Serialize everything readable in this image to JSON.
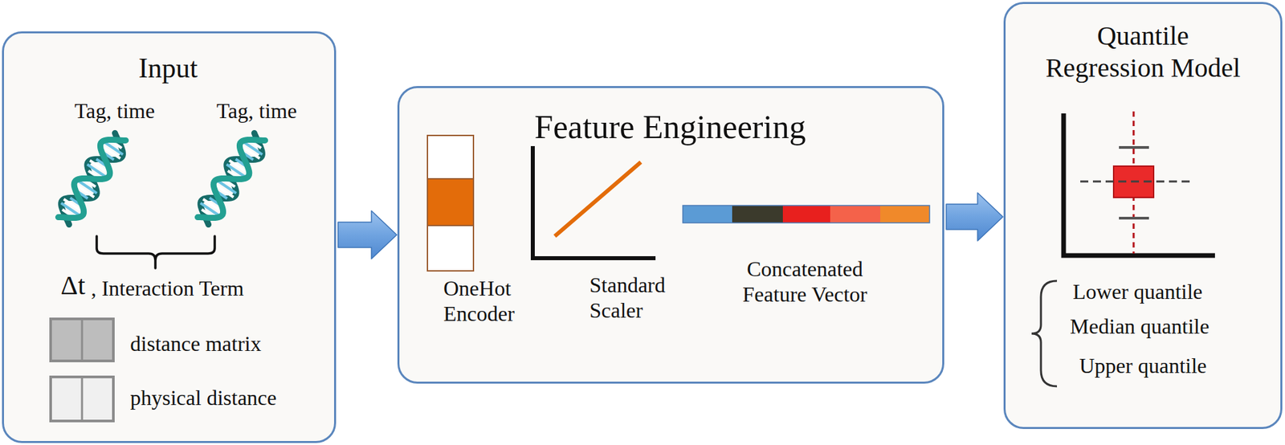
{
  "diagram": {
    "nodes": [
      {
        "text": [
          "Input"
        ]
      },
      {
        "text": [
          "Feature Engineering"
        ]
      },
      {
        "text": [
          "Quantile Regression Model"
        ]
      }
    ],
    "edges": [
      {
        "from": 0,
        "to": 1,
        "arrow": "to"
      },
      {
        "from": 1,
        "to": 2,
        "arrow": "to"
      }
    ],
    "labels": [
      "Tag, time",
      "Tag, time",
      "Δt",
      ", Interaction Term",
      "OneHot Encoder",
      "Standard Scaler",
      "Concatenated Feature Vector",
      "Lower quantile",
      "Median quantile",
      "Upper quantile"
    ],
    "legend": [
      {
        "text": "distance matrix",
        "color": "#bdbdbd"
      },
      {
        "text": "physical distance",
        "color": "#f0f0f0"
      }
    ]
  }
}
